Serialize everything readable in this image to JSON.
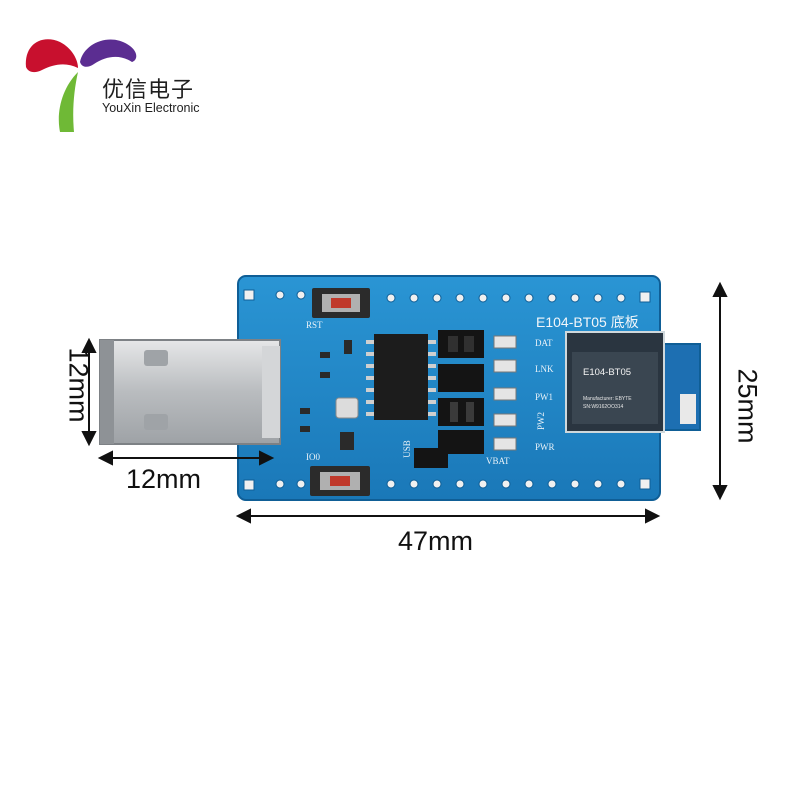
{
  "logo": {
    "name_cn": "优信电子",
    "name_en": "YouXin Electronic"
  },
  "dimensions": {
    "usb_height": "12mm",
    "usb_length": "12mm",
    "board_length": "47mm",
    "board_height": "25mm"
  },
  "board": {
    "title": "E104-BT05 底板",
    "labels": {
      "rst": "RST",
      "io0": "IO0",
      "dat": "DAT",
      "lnk": "LNK",
      "pw1": "PW1",
      "pwr": "PWR",
      "vbat": "VBAT",
      "usb": "USB",
      "pw2": "PW2"
    },
    "module": {
      "name": "E104-BT05",
      "manufacturer": "Manufacturer: EBYTE",
      "serial": "SN:W9162OO314"
    }
  },
  "colors": {
    "pcb": "#1f86c6",
    "pcb_edge": "#0f5e96",
    "usb_metal": "#c8cacc",
    "module": "#3a4651",
    "switch_red": "#c0392b"
  }
}
